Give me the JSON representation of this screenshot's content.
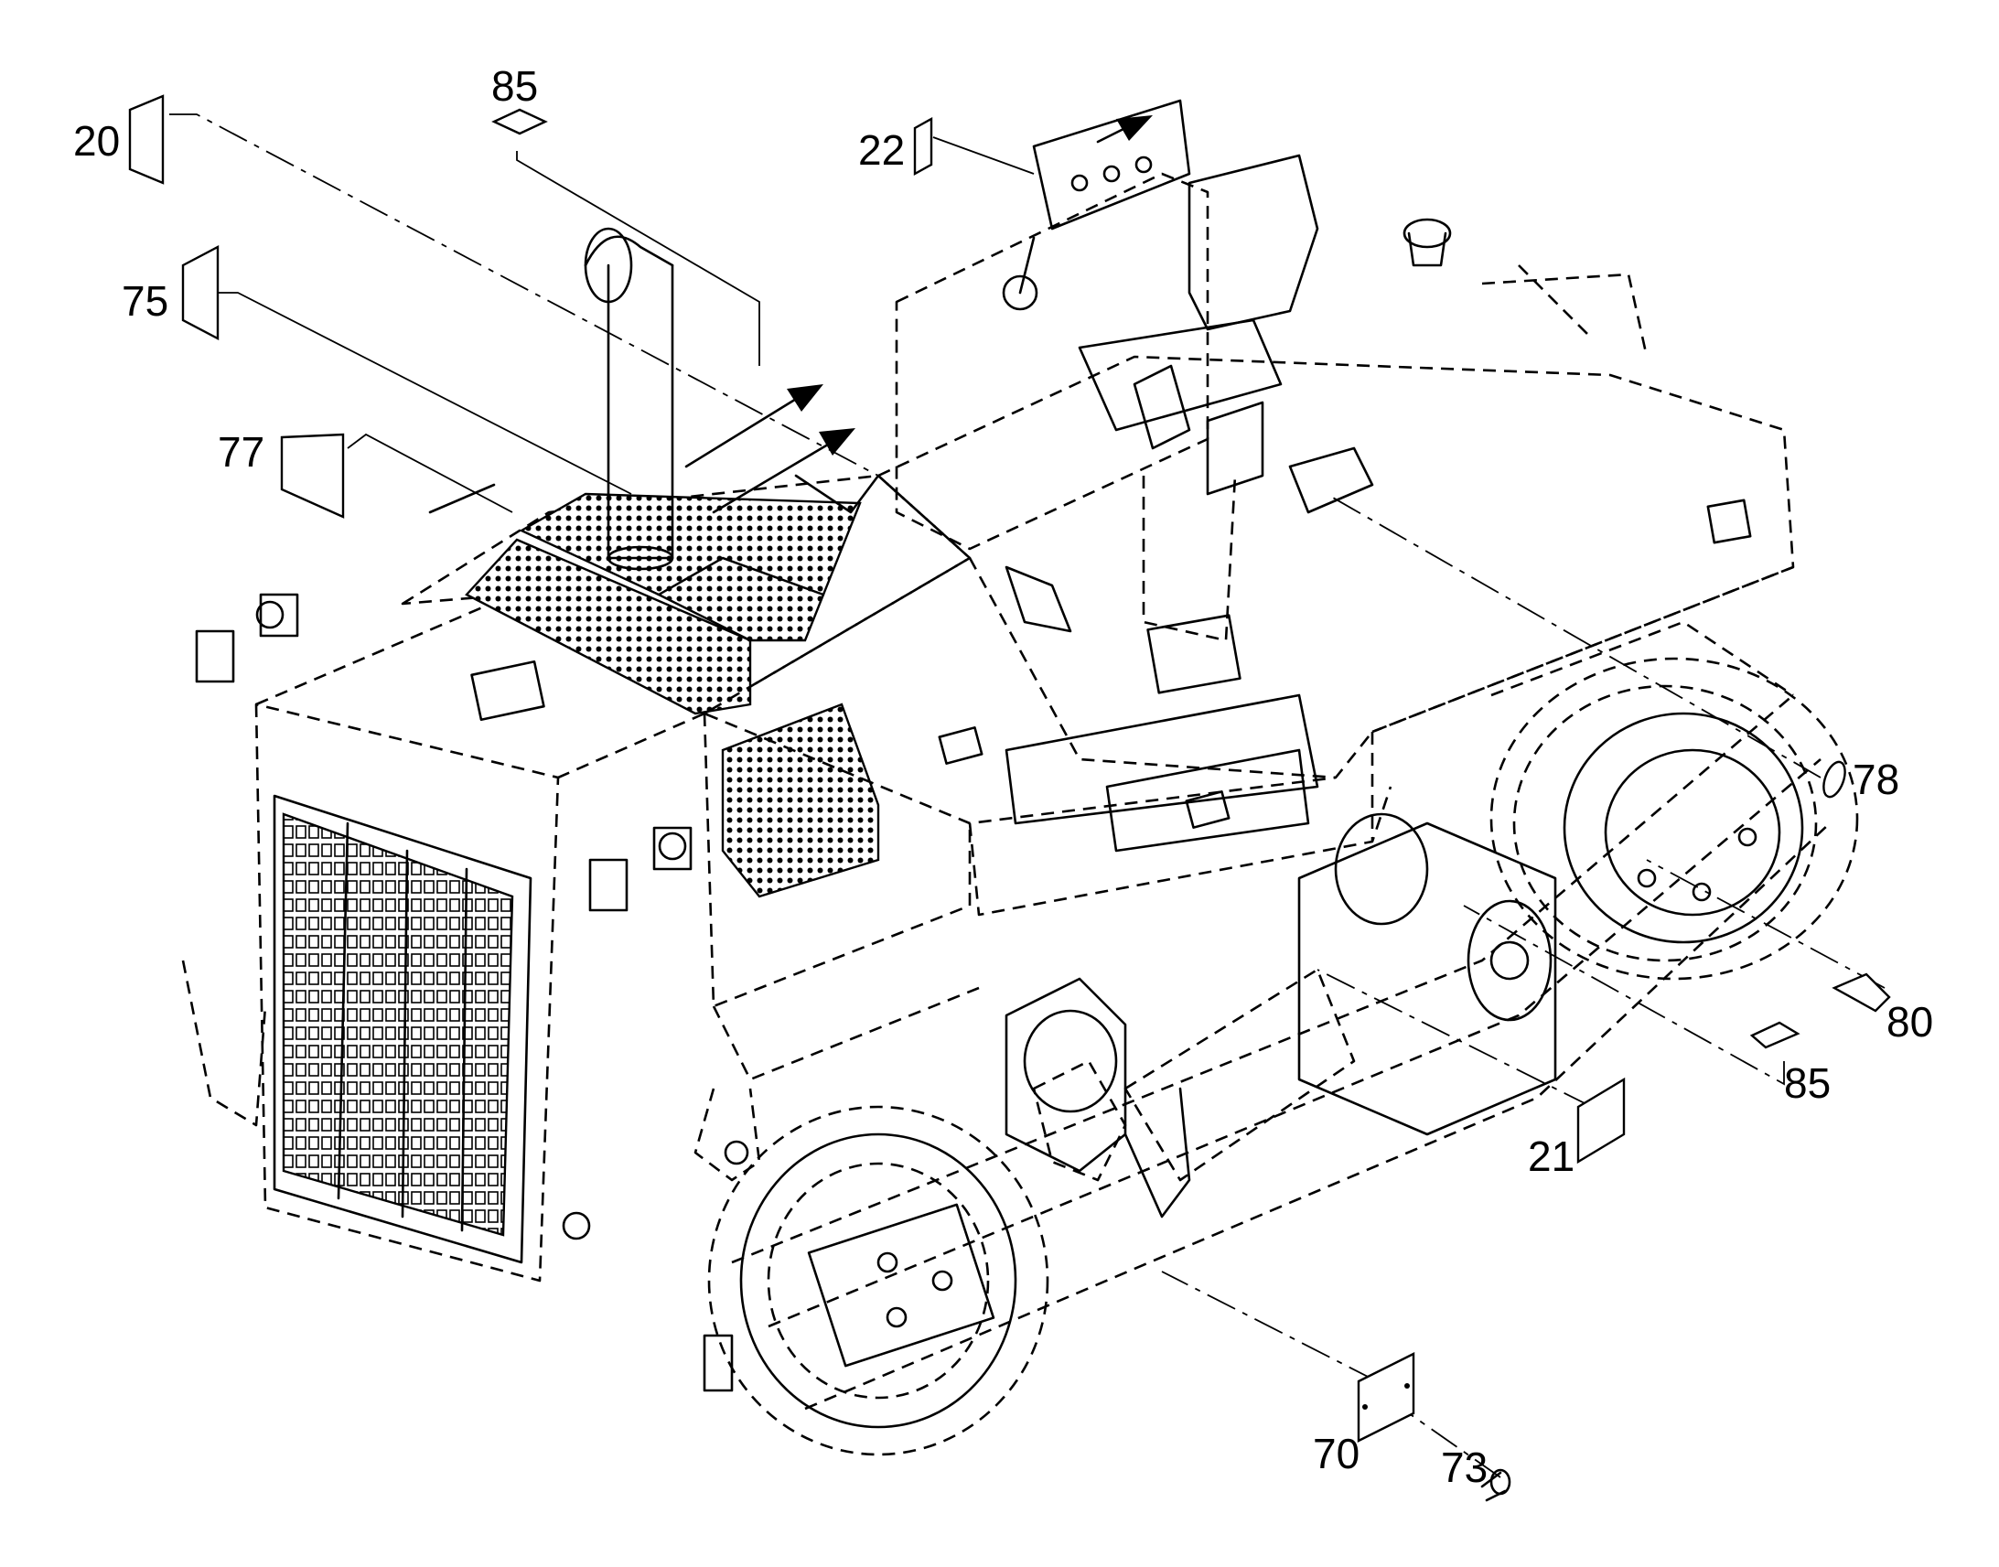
{
  "callouts": [
    {
      "id": "20",
      "label": "20"
    },
    {
      "id": "85a",
      "label": "85"
    },
    {
      "id": "22",
      "label": "22"
    },
    {
      "id": "75",
      "label": "75"
    },
    {
      "id": "77",
      "label": "77"
    },
    {
      "id": "78",
      "label": "78"
    },
    {
      "id": "80",
      "label": "80"
    },
    {
      "id": "85b",
      "label": "85"
    },
    {
      "id": "21",
      "label": "21"
    },
    {
      "id": "70",
      "label": "70"
    },
    {
      "id": "73",
      "label": "73"
    }
  ]
}
